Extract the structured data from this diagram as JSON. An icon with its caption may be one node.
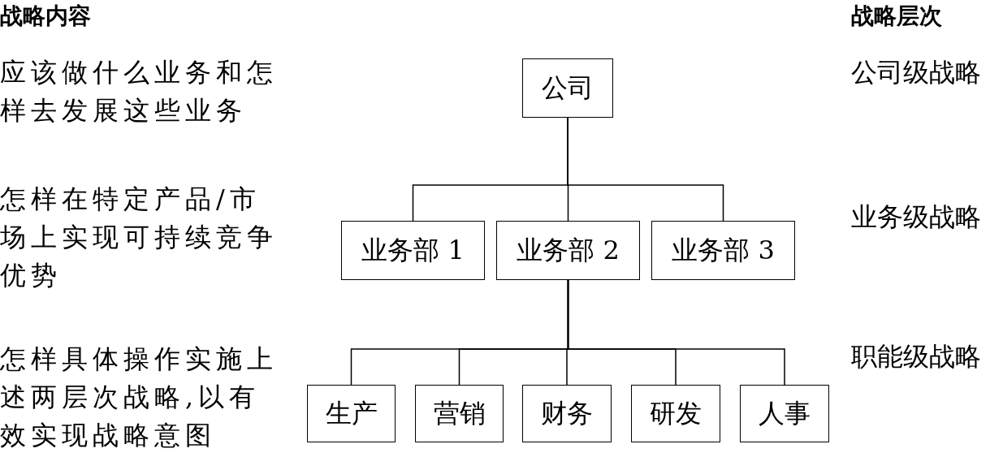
{
  "diagram": {
    "nodes": [
      {
        "text": [
          "公司"
        ]
      },
      {
        "text": [
          "业务部 1"
        ]
      },
      {
        "text": [
          "业务部 2"
        ]
      },
      {
        "text": [
          "业务部 3"
        ]
      },
      {
        "text": [
          "生产"
        ]
      },
      {
        "text": [
          "营销"
        ]
      },
      {
        "text": [
          "财务"
        ]
      },
      {
        "text": [
          "研发"
        ]
      },
      {
        "text": [
          "人事"
        ]
      }
    ],
    "edges": [
      {
        "from": 0,
        "to": 1,
        "arrow": "none"
      },
      {
        "from": 0,
        "to": 2,
        "arrow": "none"
      },
      {
        "from": 0,
        "to": 3,
        "arrow": "none"
      },
      {
        "from": 2,
        "to": 4,
        "arrow": "none"
      },
      {
        "from": 2,
        "to": 5,
        "arrow": "none"
      },
      {
        "from": 2,
        "to": 6,
        "arrow": "none"
      },
      {
        "from": 2,
        "to": 7,
        "arrow": "none"
      },
      {
        "from": 2,
        "to": 8,
        "arrow": "none"
      }
    ],
    "labels": [
      "战略内容",
      "战略层次",
      "应该做什么业务和怎样去发展这些业务",
      "公司级战略",
      "怎样在特定产品/市场上实现可持续竞争优势",
      "业务级战略",
      "怎样具体操作实施上述两层次战略,以有效实现战略意图",
      "职能级战略"
    ]
  }
}
